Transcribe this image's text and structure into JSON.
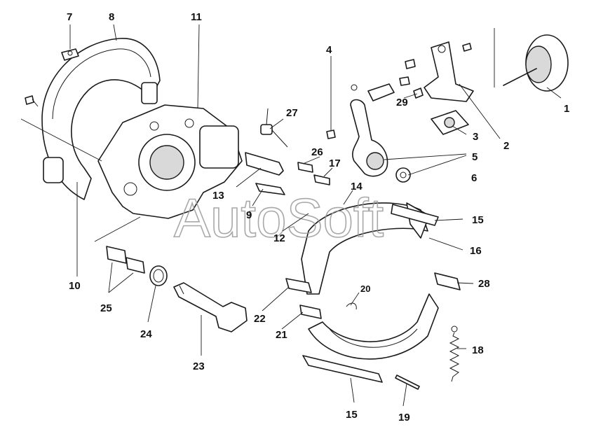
{
  "watermark": "AutoSoft",
  "callouts": {
    "c1": "1",
    "c2": "2",
    "c3": "3",
    "c4": "4",
    "c5": "5",
    "c6": "6",
    "c7": "7",
    "c8": "8",
    "c9": "9",
    "c10": "10",
    "c11": "11",
    "c12": "12",
    "c13": "13",
    "c14": "14",
    "c15a": "15",
    "c15b": "15",
    "c16": "16",
    "c17": "17",
    "c18": "18",
    "c19": "19",
    "c20": "20",
    "c21": "21",
    "c22": "22",
    "c23": "23",
    "c24": "24",
    "c25": "25",
    "c26": "26",
    "c27": "27",
    "c28": "28",
    "c29": "29"
  },
  "colors": {
    "line": "#1a1a1a",
    "background": "#ffffff",
    "watermark": "#9a9a9a"
  }
}
